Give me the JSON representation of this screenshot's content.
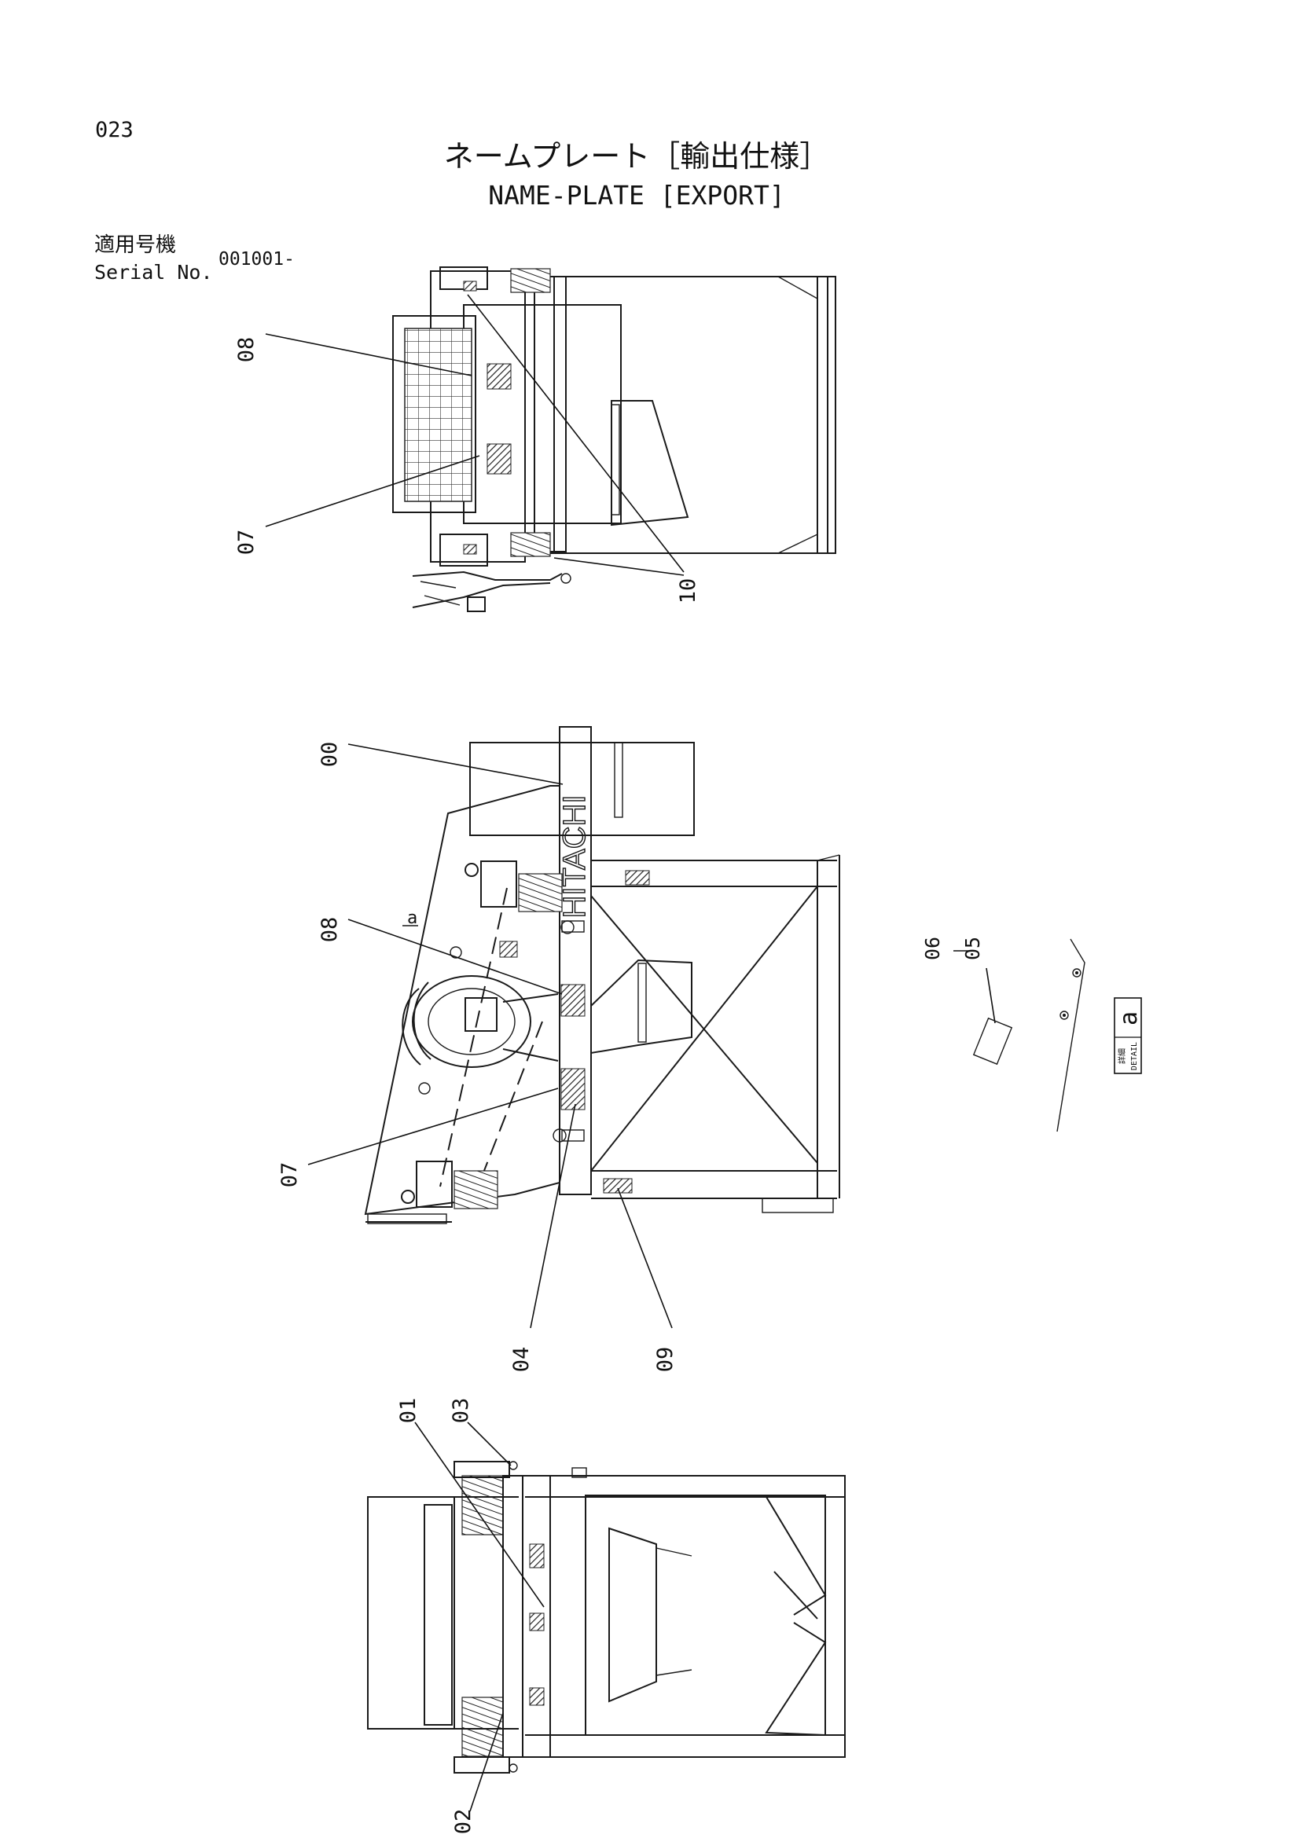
{
  "page_number": "023",
  "title_jp": "ネームプレート［輸出仕様］",
  "title_en": "NAME-PLATE [EXPORT]",
  "serial": {
    "label_jp": "適用号機",
    "label_en": "Serial No.",
    "value": "001001-"
  },
  "brand": "HITACHI",
  "detail": {
    "label_jp": "詳細",
    "label_en": "DETAIL",
    "letter": "a"
  },
  "view_marker": "a",
  "callouts": {
    "top_08": "08",
    "top_07": "07",
    "top_10": "10",
    "mid_00": "00",
    "mid_08": "08",
    "mid_07": "07",
    "mid_04": "04",
    "mid_09": "09",
    "detail_06": "06",
    "detail_05": "05",
    "bot_01": "01",
    "bot_03": "03",
    "bot_02": "02"
  }
}
